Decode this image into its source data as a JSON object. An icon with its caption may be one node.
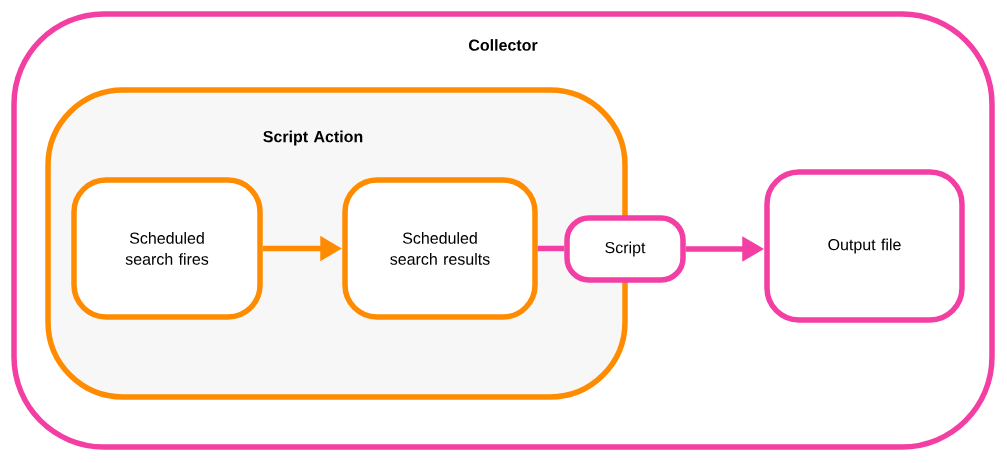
{
  "diagram": {
    "nodes": [
      {
        "text": [
          "Collector"
        ]
      },
      {
        "text": [
          "Script Action"
        ],
        "in": 0
      },
      {
        "text": [
          "Scheduled search fires"
        ],
        "in": 1
      },
      {
        "text": [
          "Scheduled search results"
        ],
        "in": 1
      },
      {
        "text": [
          "Script"
        ],
        "in": 0
      },
      {
        "text": [
          "Output file"
        ],
        "in": 0
      }
    ],
    "edges": [
      {
        "from": 2,
        "to": 3,
        "arrow": "to",
        "color": "#ff8c00"
      },
      {
        "from": 3,
        "to": 4,
        "arrow": "none"
      },
      {
        "from": 4,
        "to": 5,
        "arrow": "to"
      }
    ]
  }
}
